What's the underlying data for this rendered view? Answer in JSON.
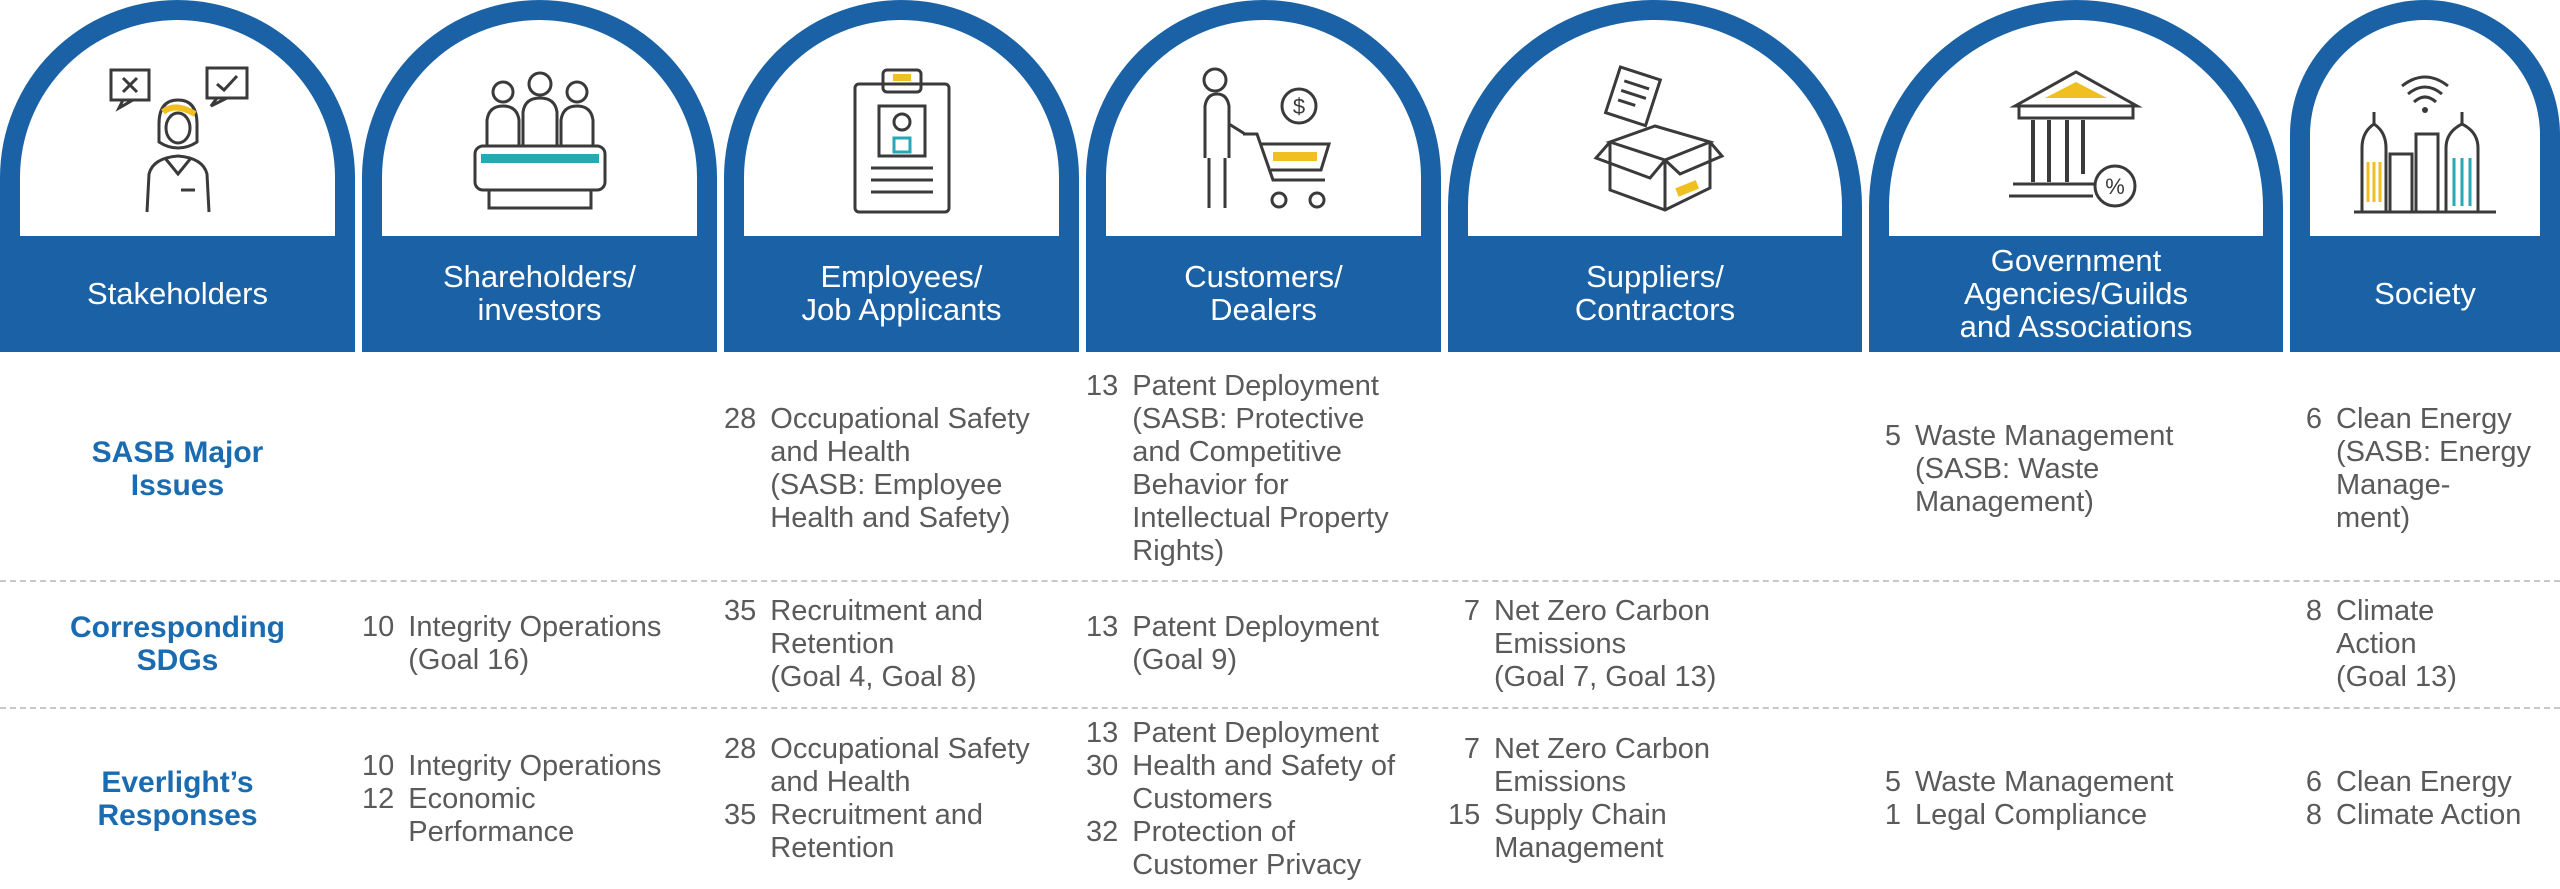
{
  "colors": {
    "primary": "#1a62a5",
    "accent_yellow": "#f0c020",
    "accent_teal": "#27a9b5",
    "icon_stroke": "#3a3a3a"
  },
  "headers": [
    {
      "label": "Stakeholders",
      "icon": "stakeholder-person-icon"
    },
    {
      "label": "Shareholders/\ninvestors",
      "icon": "shareholders-meeting-icon"
    },
    {
      "label": "Employees/\nJob Applicants",
      "icon": "resume-clipboard-icon"
    },
    {
      "label": "Customers/\nDealers",
      "icon": "shopping-cart-icon"
    },
    {
      "label": "Suppliers/\nContractors",
      "icon": "package-box-icon"
    },
    {
      "label": "Government\nAgencies/Guilds\nand Associations",
      "icon": "government-building-icon"
    },
    {
      "label": "Society",
      "icon": "city-skyline-icon"
    }
  ],
  "rows": [
    {
      "label": "SASB Major\nIssues",
      "cells": [
        [],
        [
          {
            "num": "28",
            "text": "Occupational Safety\nand Health\n(SASB: Employee\nHealth and Safety)"
          }
        ],
        [
          {
            "num": "13",
            "text": "Patent Deployment\n(SASB: Protective\nand Competitive\nBehavior for\nIntellectual Property\nRights)"
          }
        ],
        [],
        [
          {
            "num": "5",
            "text": "Waste Management\n(SASB: Waste\nManagement)"
          }
        ],
        [
          {
            "num": "6",
            "text": "Clean Energy\n(SASB: Energy\nManage-\nment)"
          }
        ]
      ]
    },
    {
      "label": "Corresponding\nSDGs",
      "cells": [
        [
          {
            "num": "10",
            "text": "Integrity Operations\n(Goal 16)"
          }
        ],
        [
          {
            "num": "35",
            "text": "Recruitment and\nRetention\n(Goal 4, Goal 8)"
          }
        ],
        [
          {
            "num": "13",
            "text": "Patent Deployment\n(Goal 9)"
          }
        ],
        [
          {
            "num": "7",
            "text": "Net Zero Carbon\nEmissions\n(Goal 7, Goal 13)"
          }
        ],
        [],
        [
          {
            "num": "8",
            "text": "Climate\nAction\n(Goal 13)"
          }
        ]
      ]
    },
    {
      "label": "Everlight’s\nResponses",
      "cells": [
        [
          {
            "num": "10",
            "text": "Integrity Operations"
          },
          {
            "num": "12",
            "text": "Economic\nPerformance"
          }
        ],
        [
          {
            "num": "28",
            "text": "Occupational Safety\nand Health"
          },
          {
            "num": "35",
            "text": "Recruitment and\nRetention"
          }
        ],
        [
          {
            "num": "13",
            "text": "Patent Deployment"
          },
          {
            "num": "30",
            "text": "Health and Safety of\nCustomers"
          },
          {
            "num": "32",
            "text": "Protection of\nCustomer Privacy"
          }
        ],
        [
          {
            "num": "7",
            "text": "Net Zero Carbon\nEmissions"
          },
          {
            "num": "15",
            "text": "Supply Chain\nManagement"
          }
        ],
        [
          {
            "num": "5",
            "text": "Waste Management"
          },
          {
            "num": "1",
            "text": "Legal Compliance"
          }
        ],
        [
          {
            "num": "6",
            "text": "Clean Energy"
          },
          {
            "num": "8",
            "text": "Climate Action"
          }
        ]
      ]
    }
  ]
}
